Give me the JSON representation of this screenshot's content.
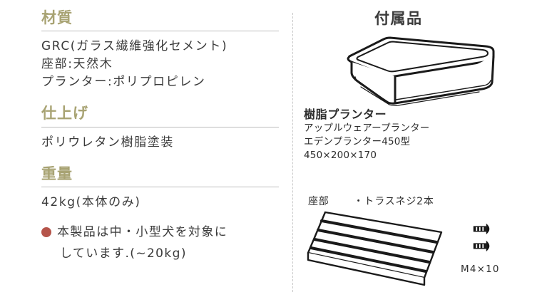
{
  "left": {
    "sections": [
      {
        "heading": "材質",
        "lines": [
          "GRC(ガラス繊維強化セメント)",
          "座部:天然木",
          "プランター:ポリプロピレン"
        ]
      },
      {
        "heading": "仕上げ",
        "lines": [
          "ポリウレタン樹脂塗装"
        ]
      },
      {
        "heading": "重量",
        "lines": [
          "42kg(本体のみ)"
        ]
      }
    ],
    "note": {
      "bullet_color": "#b5544a",
      "line1": "本製品は中・小型犬を対象に",
      "line2": "しています.(~20kg)"
    }
  },
  "right": {
    "heading": "付属品",
    "planter": {
      "icon": "planter-line-drawing",
      "title": "樹脂プランター",
      "detail_lines": [
        "アップルウェアープランター",
        "エデンプランター450型",
        "450×200×170"
      ]
    },
    "seat": {
      "icon": "slatted-seat-line-drawing",
      "label": "座部"
    },
    "screws": {
      "icon": "truss-screw-icon",
      "label": "・トラスネジ2本",
      "size": "M4×10",
      "count": 2
    }
  },
  "colors": {
    "heading_olive": "#a8a373",
    "text_dark": "#3a3a3a",
    "rule_gray": "#bdbdbd",
    "divider_gray": "#c9c9c9",
    "bullet_red": "#b5544a",
    "background": "#ffffff"
  }
}
